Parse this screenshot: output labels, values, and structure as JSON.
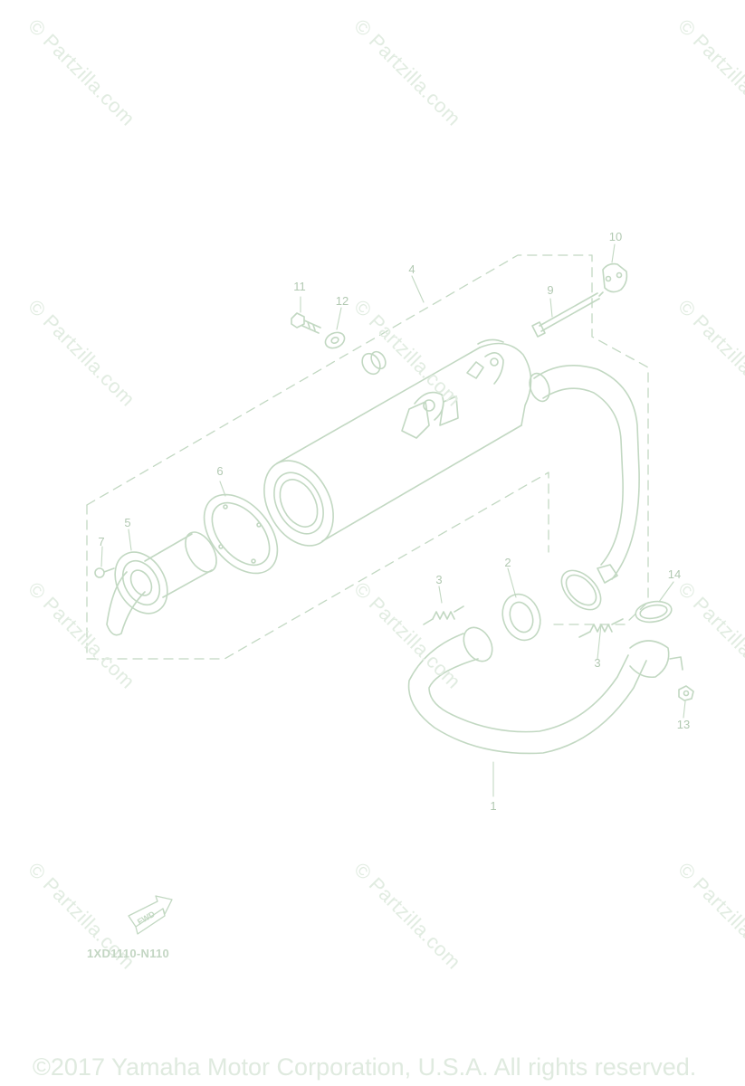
{
  "watermark_text": "© Partzilla.com",
  "callouts": [
    {
      "id": "1",
      "label": "1"
    },
    {
      "id": "2",
      "label": "2"
    },
    {
      "id": "3a",
      "label": "3"
    },
    {
      "id": "3b",
      "label": "3"
    },
    {
      "id": "4",
      "label": "4"
    },
    {
      "id": "5",
      "label": "5"
    },
    {
      "id": "6",
      "label": "6"
    },
    {
      "id": "7",
      "label": "7"
    },
    {
      "id": "9",
      "label": "9"
    },
    {
      "id": "10",
      "label": "10"
    },
    {
      "id": "11",
      "label": "11"
    },
    {
      "id": "12",
      "label": "12"
    },
    {
      "id": "13",
      "label": "13"
    },
    {
      "id": "14",
      "label": "14"
    }
  ],
  "fwd_label": "FWD",
  "diagram_code": "1XD1110-N110",
  "copyright": "©2017 Yamaha Motor Corporation, U.S.A. All rights reserved.",
  "colors": {
    "line": "#c2d8c2",
    "callout": "#b2c9b2",
    "watermark": "#e1ece1"
  }
}
